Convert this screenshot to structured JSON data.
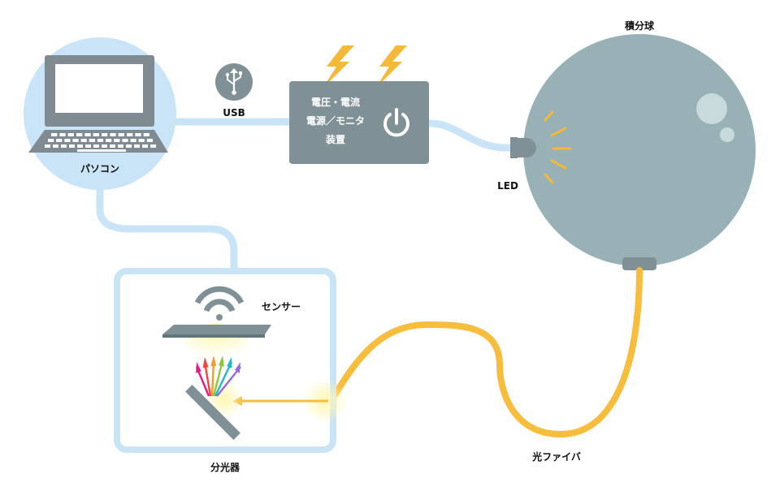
{
  "labels": {
    "pc": "パソコン",
    "usb": "USB",
    "power_line1": "電圧・電流",
    "power_line2": "電源／モニタ",
    "power_line3": "装置",
    "led": "LED",
    "sphere": "積分球",
    "sensor": "センサー",
    "spectrometer": "分光器",
    "fiber": "光ファイバ"
  },
  "icons": {
    "usb": "usb-icon",
    "power": "power-icon",
    "bolt": "lightning-bolt-icon",
    "wifi": "wireless-signal-icon",
    "laptop": "laptop-icon"
  },
  "colors": {
    "cable": "#c9e4f7",
    "device": "#7f9196",
    "sphere": "#97b1b7",
    "fiber": "#f7bd3c",
    "bolt": "#f5b93a",
    "glow": "#fff3a0",
    "text": "#111111"
  },
  "spectrum_colors": [
    "#e8198b",
    "#f0473a",
    "#f39c28",
    "#8cc63f",
    "#23b7c9",
    "#9b66d6"
  ]
}
